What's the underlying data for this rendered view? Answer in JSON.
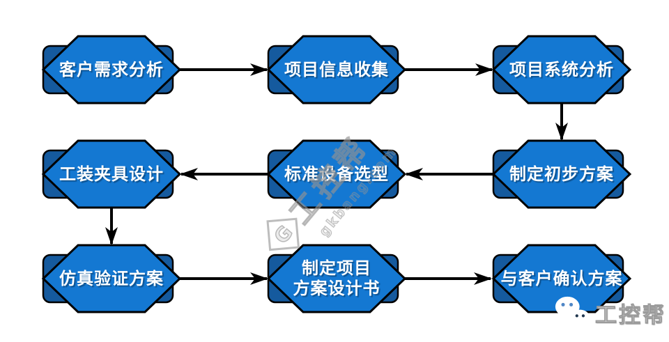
{
  "nodes": [
    {
      "id": "n1",
      "label": "客户需求分析"
    },
    {
      "id": "n2",
      "label": "项目信息收集"
    },
    {
      "id": "n3",
      "label": "项目系统分析"
    },
    {
      "id": "n4",
      "label": "制定初步方案"
    },
    {
      "id": "n5",
      "label": "标准设备选型"
    },
    {
      "id": "n6",
      "label": "工装夹具设计"
    },
    {
      "id": "n7",
      "label": "仿真验证方案"
    },
    {
      "id": "n8",
      "label": "制定项目\n方案设计书"
    },
    {
      "id": "n9",
      "label": "与客户确认方案"
    }
  ],
  "edges": [
    {
      "from": "客户需求分析",
      "to": "项目信息收集",
      "direction": "right"
    },
    {
      "from": "项目信息收集",
      "to": "项目系统分析",
      "direction": "right"
    },
    {
      "from": "项目系统分析",
      "to": "制定初步方案",
      "direction": "down"
    },
    {
      "from": "制定初步方案",
      "to": "标准设备选型",
      "direction": "left"
    },
    {
      "from": "标准设备选型",
      "to": "工装夹具设计",
      "direction": "left"
    },
    {
      "from": "工装夹具设计",
      "to": "仿真验证方案",
      "direction": "down"
    },
    {
      "from": "仿真验证方案",
      "to": "制定项目方案设计书",
      "direction": "right"
    },
    {
      "from": "制定项目方案设计书",
      "to": "与客户确认方案",
      "direction": "right"
    }
  ],
  "watermark": {
    "g_letter": "G",
    "brand": "工控帮",
    "domain": "gkbang.com"
  },
  "brand": {
    "name": "工控帮"
  },
  "colors": {
    "node_fill": "#1478d2",
    "node_shadow": "#155a9e",
    "node_border": "#000000",
    "arrow": "#000000",
    "label_text": "#ffffff",
    "background": "#ffffff",
    "watermark_gray": "#9a9a9a"
  }
}
